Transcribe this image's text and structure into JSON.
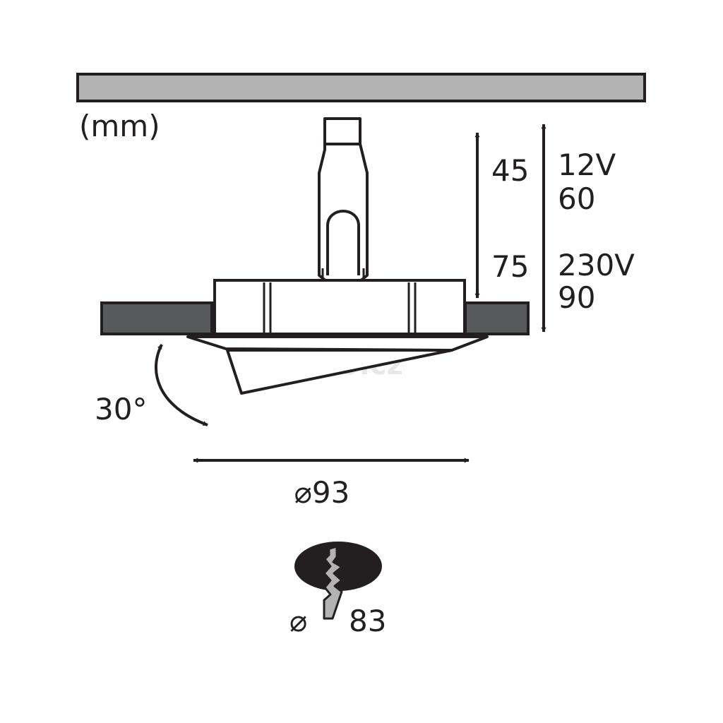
{
  "units_label": "(mm)",
  "dimensions": {
    "depth_small": "45",
    "depth_large": "75",
    "variant_12v_voltage": "12V",
    "variant_12v_depth": "60",
    "variant_230v_voltage": "230V",
    "variant_230v_depth": "90",
    "tilt_angle": "30°",
    "outer_diameter": "⌀93",
    "cutout_diameter_symbol": "⌀",
    "cutout_diameter_value": "83"
  },
  "watermark": "60.cz",
  "colors": {
    "line": "#231f20",
    "ceiling_fill": "#b3b3b3",
    "flange_fill": "#58595b",
    "cutout_fill": "#231f20",
    "watermark": "#e8e8e8"
  },
  "icons": {
    "cutout": "hole-cutout-icon",
    "saw": "saw-blade-icon",
    "tilt": "curved-double-arrow-icon"
  }
}
